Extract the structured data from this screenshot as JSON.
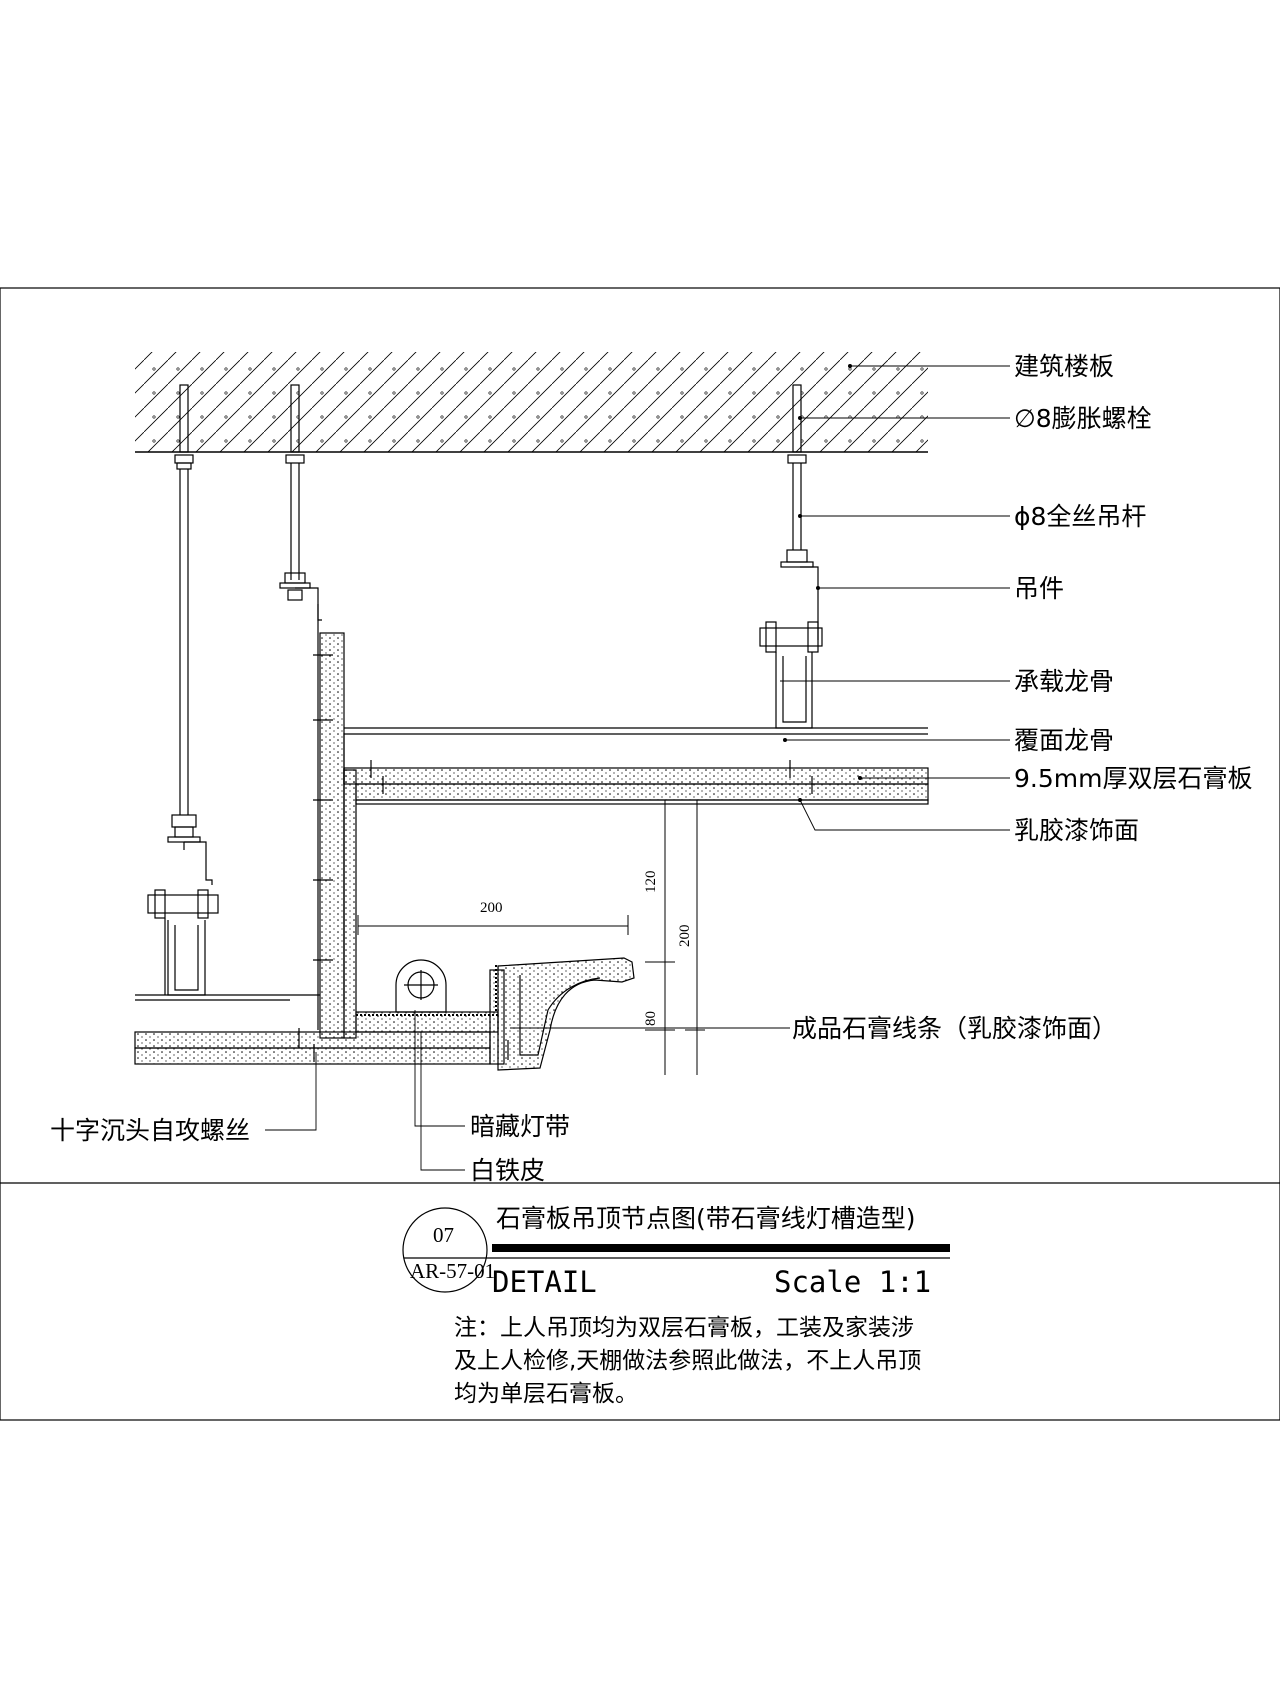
{
  "labels": {
    "floor_slab": "建筑楼板",
    "expansion_bolt": "∅8膨胀螺栓",
    "threaded_rod": "ϕ8全丝吊杆",
    "hanger": "吊件",
    "main_keel": "承载龙骨",
    "cover_keel": "覆面龙骨",
    "gypsum_board": "9.5mm厚双层石膏板",
    "latex_paint": "乳胶漆饰面",
    "gypsum_moulding": "成品石膏线条（乳胶漆饰面）",
    "screw": "十字沉头自攻螺丝",
    "hidden_light": "暗藏灯带",
    "tin_sheet": "白铁皮"
  },
  "dimensions": {
    "width_200": "200",
    "height_120": "120",
    "height_200": "200",
    "height_80": "80"
  },
  "title_block": {
    "detail_number": "07",
    "sheet_number": "AR-57-01",
    "title": "石膏板吊顶节点图(带石膏线灯槽造型)",
    "detail_label": "DETAIL",
    "scale": "Scale 1:1",
    "note_line1": "注：上人吊顶均为双层石膏板，工装及家装涉",
    "note_line2": "及上人检修,天棚做法参照此做法，不上人吊顶",
    "note_line3": "均为单层石膏板。"
  }
}
